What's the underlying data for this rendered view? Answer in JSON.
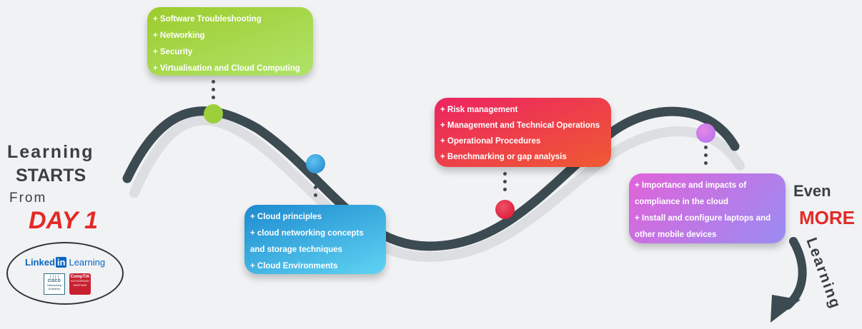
{
  "colors": {
    "road": "#3c4a52",
    "road_shadow": "#dcdee1",
    "accent_red": "#e32a26",
    "text_dark": "#3a3f44"
  },
  "left_heading": {
    "line1": "Learning",
    "line2": "STARTS",
    "line3": "From",
    "line4": "DAY 1"
  },
  "right_heading": {
    "line1": "Even",
    "line2": "MORE",
    "line3": "Learning"
  },
  "logos": {
    "linkedin_part1": "Linked",
    "linkedin_part2": "in",
    "linkedin_part3": "Learning",
    "cisco_mark": "CISCO",
    "cisco_text": "Networking Academy",
    "comptia_mark": "CompTIA",
    "comptia_text": "AUTHORIZED PARTNER"
  },
  "stages": [
    {
      "color": "#9bd03a",
      "items": [
        "+ Software Troubleshooting",
        "+ Networking",
        "+ Security",
        "+ Virtualisation and Cloud Computing"
      ]
    },
    {
      "color": "#1e8bd0",
      "items": [
        "+ Cloud principles",
        "+ cloud networking concepts",
        "and storage techniques",
        "+ Cloud Environments"
      ]
    },
    {
      "color": "#e8264d",
      "items": [
        "+ Risk management",
        "+ Management and Technical Operations",
        "+ Operational Procedures",
        "+ Benchmarking or gap analysis"
      ]
    },
    {
      "color": "#c06ce6",
      "items": [
        "+ Importance and impacts of",
        "compliance in the cloud",
        "+ Install and configure laptops and",
        "other mobile devices"
      ]
    }
  ]
}
